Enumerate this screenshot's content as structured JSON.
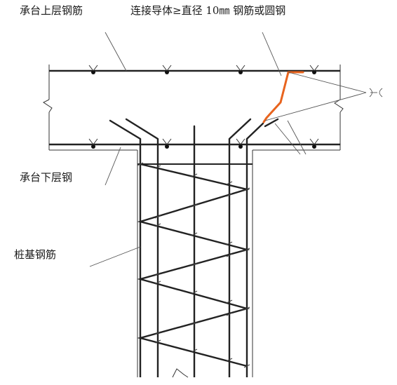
{
  "labels": {
    "top_rebar": "承台上层钢筋",
    "conductor": "连接导体≥直径 10㎜ 钢筋或圆钢",
    "bottom_rebar": "承台下层钢",
    "pile_rebar": "桩基钢筋"
  },
  "colors": {
    "line": "#222222",
    "leader": "#555555",
    "conductor": "#e8641e"
  }
}
